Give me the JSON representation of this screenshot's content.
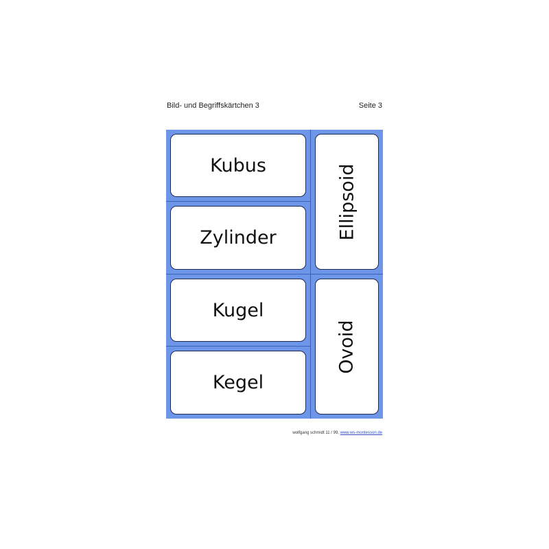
{
  "header": {
    "title": "Bild- und Begriffskärtchen 3",
    "page": "Seite 3"
  },
  "cards": {
    "left": [
      {
        "label": "Kubus"
      },
      {
        "label": "Zylinder"
      },
      {
        "label": "Kugel"
      },
      {
        "label": "Kegel"
      }
    ],
    "right": [
      {
        "label": "Ellipsoid"
      },
      {
        "label": "Ovoid"
      }
    ]
  },
  "colors": {
    "card_background_blue": "#6d95e8",
    "card_border": "#1d2a55"
  },
  "footer": {
    "author": "wolfgang schmidt 11 / 99,",
    "link": "www.ws-montessori.de"
  }
}
